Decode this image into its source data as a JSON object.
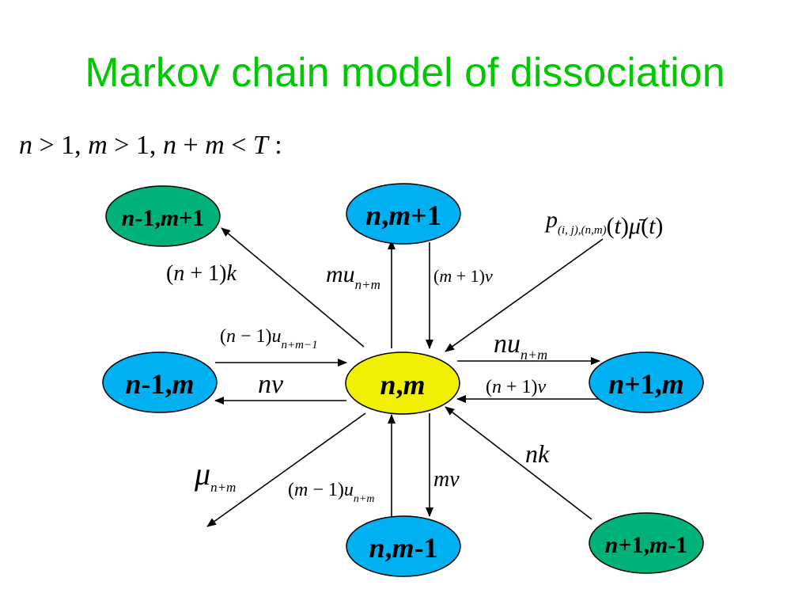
{
  "slide": {
    "title": "Markov chain model of dissociation",
    "condition": {
      "parts": [
        {
          "t": "n",
          "i": true
        },
        {
          "t": " > 1, ",
          "i": false
        },
        {
          "t": "m",
          "i": true
        },
        {
          "t": " > 1, ",
          "i": false
        },
        {
          "t": "n",
          "i": true
        },
        {
          "t": " + ",
          "i": false
        },
        {
          "t": "m",
          "i": true
        },
        {
          "t": " < ",
          "i": false
        },
        {
          "t": "T",
          "i": true
        },
        {
          "t": " :",
          "i": false
        }
      ]
    }
  },
  "colors": {
    "title": "#00c800",
    "state_blue": "#00b0f0",
    "state_teal": "#00b27a",
    "state_center": "#f0f000",
    "arrow": "#000000"
  },
  "nodes": [
    {
      "id": "center",
      "color": "state_center",
      "parts": [
        {
          "t": "n",
          "i": true
        },
        {
          "t": ",",
          "i": false
        },
        {
          "t": "m",
          "i": true
        }
      ]
    },
    {
      "id": "n_m_plus1",
      "color": "state_blue",
      "parts": [
        {
          "t": "n",
          "i": true
        },
        {
          "t": ",",
          "i": false
        },
        {
          "t": "m",
          "i": true
        },
        {
          "t": "+1",
          "i": false
        }
      ]
    },
    {
      "id": "n_m_minus1",
      "color": "state_blue",
      "parts": [
        {
          "t": "n",
          "i": true
        },
        {
          "t": ",",
          "i": false
        },
        {
          "t": "m",
          "i": true
        },
        {
          "t": "-1",
          "i": false
        }
      ]
    },
    {
      "id": "n_minus1_m",
      "color": "state_blue",
      "parts": [
        {
          "t": "n",
          "i": true
        },
        {
          "t": "-1,",
          "i": false
        },
        {
          "t": "m",
          "i": true
        }
      ]
    },
    {
      "id": "n_plus1_m",
      "color": "state_blue",
      "parts": [
        {
          "t": "n",
          "i": true
        },
        {
          "t": "+1,",
          "i": false
        },
        {
          "t": "m",
          "i": true
        }
      ]
    },
    {
      "id": "n_minus1_m_plus1",
      "color": "state_teal",
      "parts": [
        {
          "t": "n",
          "i": true
        },
        {
          "t": "-1,",
          "i": false
        },
        {
          "t": "m",
          "i": true
        },
        {
          "t": "+1",
          "i": false
        }
      ]
    },
    {
      "id": "n_plus1_m_minus1",
      "color": "state_teal",
      "parts": [
        {
          "t": "n",
          "i": true
        },
        {
          "t": "+1,",
          "i": false
        },
        {
          "t": "m",
          "i": true
        },
        {
          "t": "-1",
          "i": false
        }
      ]
    }
  ],
  "rates": {
    "to_n_minus1_m_plus1": {
      "parts": [
        {
          "t": "(",
          "i": false
        },
        {
          "t": "n",
          "i": true
        },
        {
          "t": " + 1)",
          "i": false
        },
        {
          "t": "k",
          "i": true
        }
      ]
    },
    "to_n_m_plus1": {
      "parts": [
        {
          "t": "mu",
          "i": true
        }
      ],
      "sub": "n+m"
    },
    "from_n_m_plus1": {
      "parts": [
        {
          "t": "(",
          "i": false
        },
        {
          "t": "m",
          "i": true
        },
        {
          "t": " + 1)",
          "i": false
        },
        {
          "t": "v",
          "i": true
        }
      ]
    },
    "from_outside": {
      "parts": [
        {
          "t": "p",
          "i": true
        }
      ],
      "sub": "(i, j),(n,m)",
      "tail": [
        {
          "t": "(",
          "i": false
        },
        {
          "t": "t",
          "i": true
        },
        {
          "t": ")",
          "i": false
        },
        {
          "t": "μ̄",
          "i": true
        },
        {
          "t": "(",
          "i": false
        },
        {
          "t": "t",
          "i": true
        },
        {
          "t": ")",
          "i": false
        }
      ]
    },
    "from_n_minus1_m": {
      "parts": [
        {
          "t": "(",
          "i": false
        },
        {
          "t": "n",
          "i": true
        },
        {
          "t": " − 1)",
          "i": false
        },
        {
          "t": "u",
          "i": true
        }
      ],
      "sub": "n+m−1"
    },
    "to_n_minus1_m": {
      "parts": [
        {
          "t": "nv",
          "i": true
        }
      ]
    },
    "to_n_plus1_m": {
      "parts": [
        {
          "t": "nu",
          "i": true
        }
      ],
      "sub": "n+m"
    },
    "from_n_plus1_m": {
      "parts": [
        {
          "t": "(",
          "i": false
        },
        {
          "t": "n",
          "i": true
        },
        {
          "t": " + 1)",
          "i": false
        },
        {
          "t": "v",
          "i": true
        }
      ]
    },
    "from_n_plus1_m_minus1": {
      "parts": [
        {
          "t": "nk",
          "i": true
        }
      ]
    },
    "to_outside": {
      "parts": [
        {
          "t": "μ",
          "i": true
        }
      ],
      "sub": "n+m"
    },
    "from_n_m_minus1": {
      "parts": [
        {
          "t": "(",
          "i": false
        },
        {
          "t": "m",
          "i": true
        },
        {
          "t": " − 1)",
          "i": false
        },
        {
          "t": "u",
          "i": true
        }
      ],
      "sub": "n+m"
    },
    "to_n_m_minus1": {
      "parts": [
        {
          "t": "mv",
          "i": true
        }
      ]
    }
  }
}
